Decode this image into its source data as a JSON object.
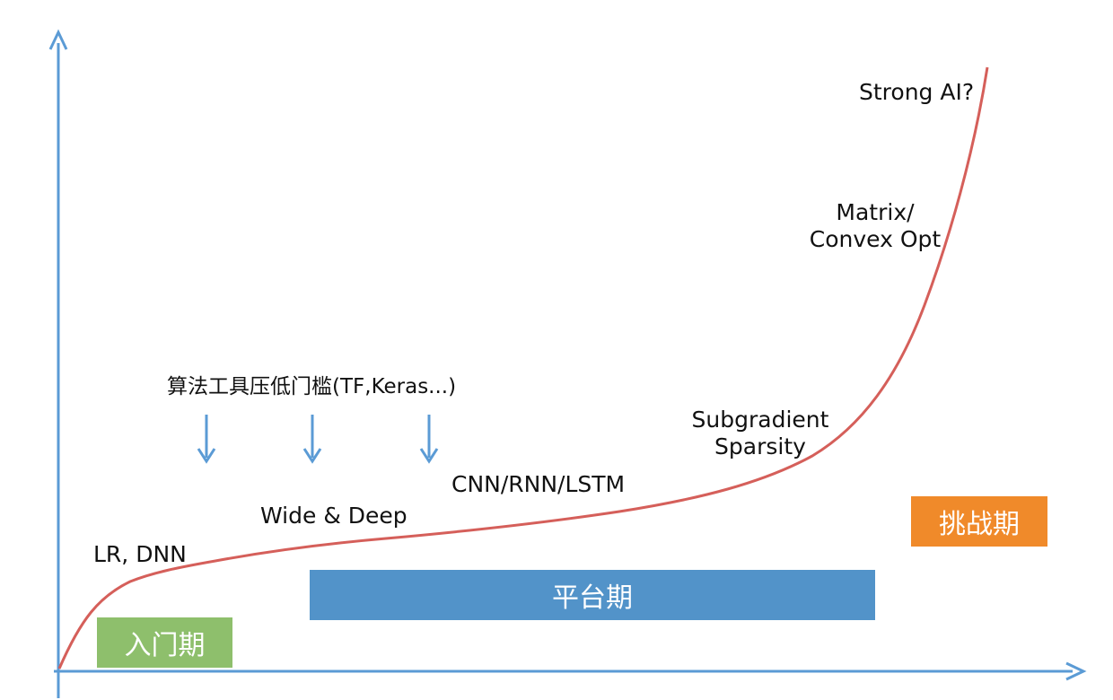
{
  "colors": {
    "axis": "#5b9bd5",
    "curve": "#d55f5a",
    "arrow": "#5b9bd5",
    "phase_intro": "#8ebf6c",
    "phase_platform": "#5293c9",
    "phase_challenge": "#f08a2a"
  },
  "labels": {
    "strong_ai": "Strong AI?",
    "matrix_line1": "Matrix/",
    "matrix_line2": "Convex Opt",
    "subgradient_line1": "Subgradient",
    "subgradient_line2": "Sparsity",
    "cnn": "CNN/RNN/LSTM",
    "wide_deep": "Wide & Deep",
    "lr_dnn": "LR, DNN",
    "tools": "算法工具压低门槛(TF,Keras...)"
  },
  "phases": {
    "intro": "入门期",
    "platform": "平台期",
    "challenge": "挑战期"
  }
}
